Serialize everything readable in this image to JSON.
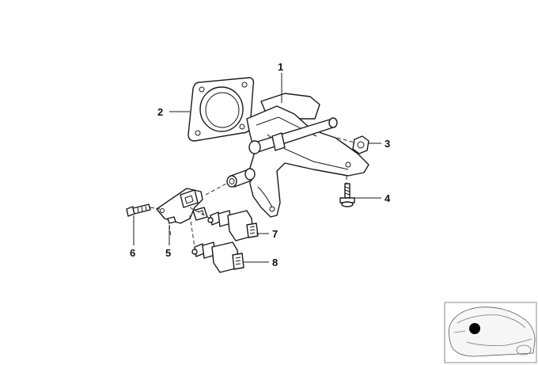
{
  "callouts": [
    {
      "id": "1",
      "label": "1"
    },
    {
      "id": "2",
      "label": "2"
    },
    {
      "id": "3",
      "label": "3"
    },
    {
      "id": "4",
      "label": "4"
    },
    {
      "id": "5",
      "label": "5"
    },
    {
      "id": "6",
      "label": "6"
    },
    {
      "id": "7",
      "label": "7"
    },
    {
      "id": "8",
      "label": "8"
    }
  ],
  "colors": {
    "line": "#1a1a1a",
    "background": "#ffffff",
    "marker": "#000000"
  },
  "thumbnail": {
    "icon": "car-location-icon"
  }
}
